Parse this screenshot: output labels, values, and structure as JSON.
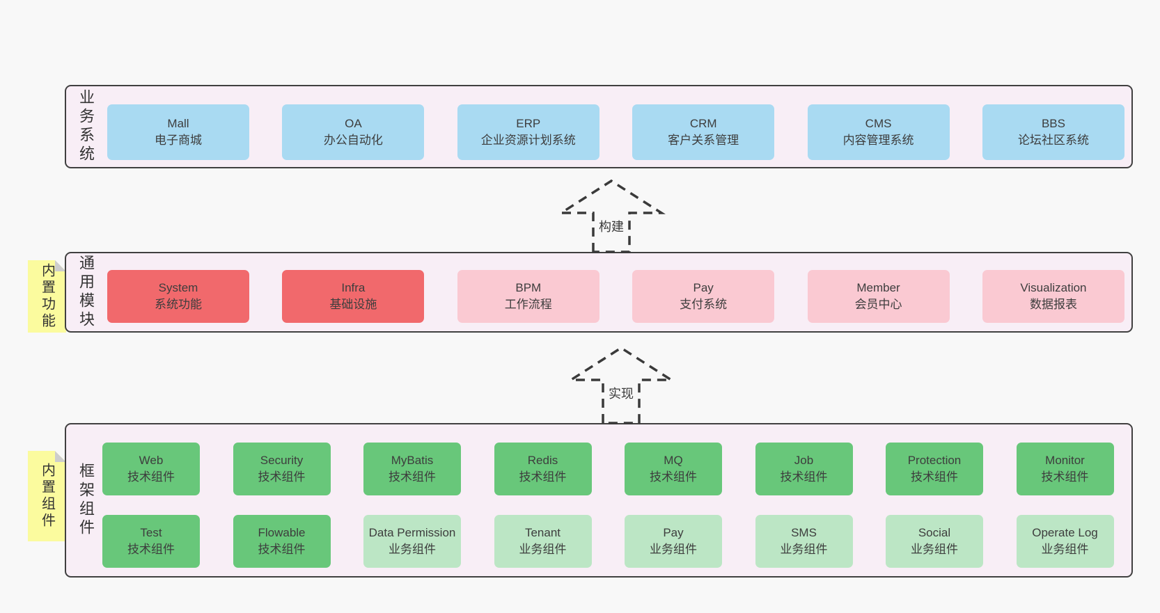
{
  "colors": {
    "page_background": "#f8f8f8",
    "panel_fill": "#f8eef6",
    "panel_border": "#404040",
    "box_blue": "#a9daf2",
    "box_red": "#f1696c",
    "box_pink": "#fac9d2",
    "box_green": "#68c77a",
    "box_light_green": "#bce6c5",
    "note_yellow": "#fbfb9e"
  },
  "sections": {
    "business": {
      "label": "业务系统",
      "boxes": [
        {
          "en": "Mall",
          "zh": "电子商城",
          "variant": "blue"
        },
        {
          "en": "OA",
          "zh": "办公自动化",
          "variant": "blue"
        },
        {
          "en": "ERP",
          "zh": "企业资源计划系统",
          "variant": "blue"
        },
        {
          "en": "CRM",
          "zh": "客户关系管理",
          "variant": "blue"
        },
        {
          "en": "CMS",
          "zh": "内容管理系统",
          "variant": "blue"
        },
        {
          "en": "BBS",
          "zh": "论坛社区系统",
          "variant": "blue"
        }
      ]
    },
    "modules": {
      "label": "通用模块",
      "note": "内置功能",
      "boxes": [
        {
          "en": "System",
          "zh": "系统功能",
          "variant": "red"
        },
        {
          "en": "Infra",
          "zh": "基础设施",
          "variant": "red"
        },
        {
          "en": "BPM",
          "zh": "工作流程",
          "variant": "pink"
        },
        {
          "en": "Pay",
          "zh": "支付系统",
          "variant": "pink"
        },
        {
          "en": "Member",
          "zh": "会员中心",
          "variant": "pink"
        },
        {
          "en": "Visualization",
          "zh": "数据报表",
          "variant": "pink"
        }
      ]
    },
    "framework": {
      "label": "框架组件",
      "note": "内置组件",
      "row1": [
        {
          "en": "Web",
          "zh": "技术组件",
          "variant": "green"
        },
        {
          "en": "Security",
          "zh": "技术组件",
          "variant": "green"
        },
        {
          "en": "MyBatis",
          "zh": "技术组件",
          "variant": "green"
        },
        {
          "en": "Redis",
          "zh": "技术组件",
          "variant": "green"
        },
        {
          "en": "MQ",
          "zh": "技术组件",
          "variant": "green"
        },
        {
          "en": "Job",
          "zh": "技术组件",
          "variant": "green"
        },
        {
          "en": "Protection",
          "zh": "技术组件",
          "variant": "green"
        },
        {
          "en": "Monitor",
          "zh": "技术组件",
          "variant": "green"
        }
      ],
      "row2": [
        {
          "en": "Test",
          "zh": "技术组件",
          "variant": "green"
        },
        {
          "en": "Flowable",
          "zh": "技术组件",
          "variant": "green"
        },
        {
          "en": "Data Permission",
          "zh": "业务组件",
          "variant": "light-green"
        },
        {
          "en": "Tenant",
          "zh": "业务组件",
          "variant": "light-green"
        },
        {
          "en": "Pay",
          "zh": "业务组件",
          "variant": "light-green"
        },
        {
          "en": "SMS",
          "zh": "业务组件",
          "variant": "light-green"
        },
        {
          "en": "Social",
          "zh": "业务组件",
          "variant": "light-green"
        },
        {
          "en": "Operate Log",
          "zh": "业务组件",
          "variant": "light-green"
        }
      ]
    }
  },
  "arrows": [
    {
      "label": "构建"
    },
    {
      "label": "实现"
    }
  ]
}
